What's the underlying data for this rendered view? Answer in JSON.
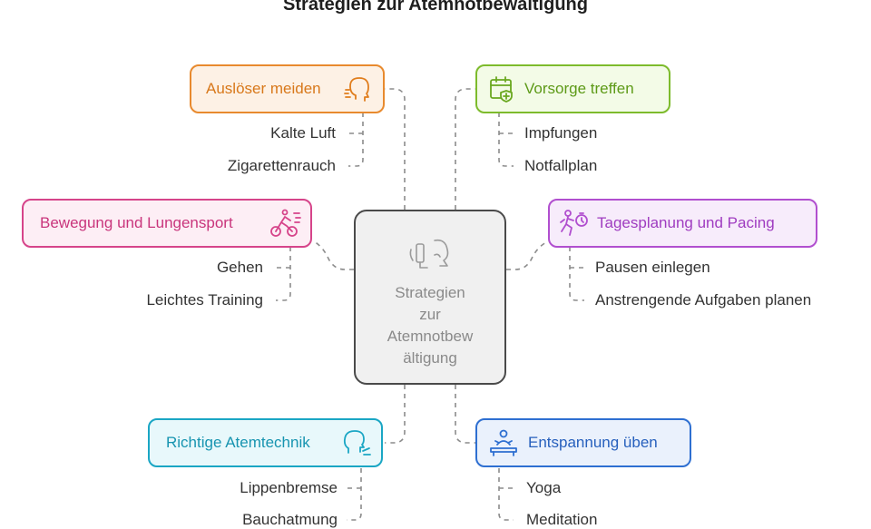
{
  "title": "Strategien zur Atemnotbewältigung",
  "center": {
    "lines": [
      "Strategien",
      "zur",
      "Atemnotbew",
      "ältigung"
    ],
    "icon": "lungs-inhaler-icon"
  },
  "branches": {
    "triggers": {
      "label": "Auslöser meiden",
      "icon": "head-air-icon",
      "color": "#e88a2e",
      "items": [
        "Kalte Luft",
        "Zigarettenrauch"
      ]
    },
    "prevention": {
      "label": "Vorsorge treffen",
      "icon": "calendar-plus-icon",
      "color": "#7dbb2c",
      "items": [
        "Impfungen",
        "Notfallplan"
      ]
    },
    "exercise": {
      "label": "Bewegung und Lungensport",
      "icon": "cyclist-icon",
      "color": "#d6448a",
      "items": [
        "Gehen",
        "Leichtes Training"
      ]
    },
    "pacing": {
      "label": "Tagesplanung und Pacing",
      "icon": "runner-timer-icon",
      "color": "#b14fcf",
      "items": [
        "Pausen einlegen",
        "Anstrengende Aufgaben planen"
      ]
    },
    "breathing": {
      "label": "Richtige Atemtechnik",
      "icon": "breathing-head-icon",
      "color": "#1aa6c4",
      "items": [
        "Lippenbremse",
        "Bauchatmung"
      ]
    },
    "relaxation": {
      "label": "Entspannung üben",
      "icon": "massage-icon",
      "color": "#2e6fd1",
      "items": [
        "Yoga",
        "Meditation"
      ]
    }
  }
}
